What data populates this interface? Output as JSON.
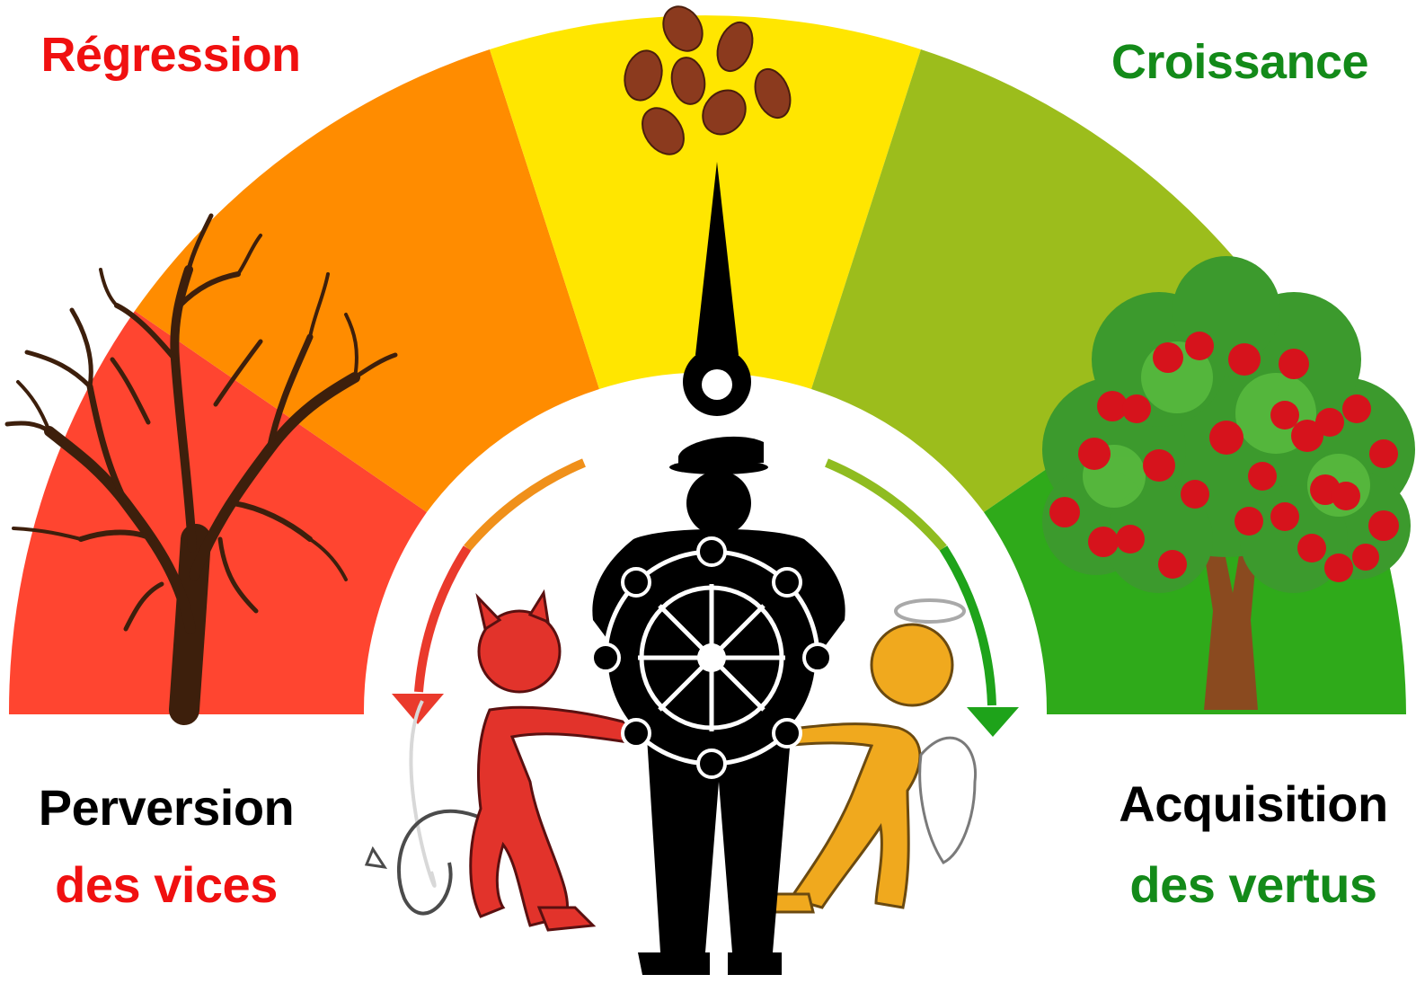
{
  "labels": {
    "top_left": "Régression",
    "top_right": "Croissance",
    "bottom_left_line1": "Perversion",
    "bottom_left_line2": "des vices",
    "bottom_right_line1": "Acquisition",
    "bottom_right_line2": "des vertus"
  },
  "colors": {
    "red": "#ff4530",
    "orange": "#ff8c00",
    "yellow": "#ffe600",
    "yellow_green": "#9cbd1c",
    "green": "#2faa1a",
    "label_red": "#f01010",
    "label_green": "#138a19",
    "label_black": "#000000",
    "seed": "#8b3a1e",
    "devil": "#e2332b",
    "angel": "#f0a91e",
    "trunk": "#3d1f0c",
    "apple": "#d6131c",
    "leaf": "#3c9a2d"
  },
  "gauge": {
    "segments": [
      "red",
      "orange",
      "yellow",
      "yellow-green",
      "green"
    ]
  },
  "icons": [
    "dead-tree-icon",
    "seeds-icon",
    "gauge-needle-icon",
    "captain-icon",
    "ship-wheel-icon",
    "devil-icon",
    "angel-icon",
    "apple-tree-icon",
    "arrow-left-icon",
    "arrow-right-icon"
  ]
}
